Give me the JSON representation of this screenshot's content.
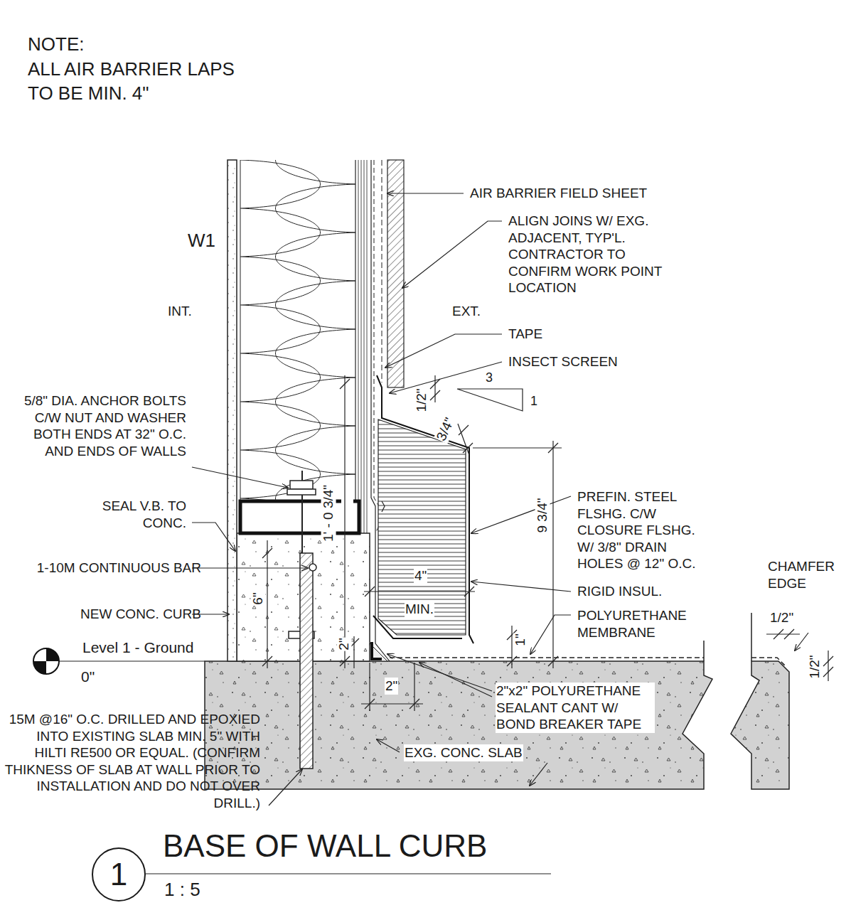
{
  "diagram": {
    "title": "BASE OF WALL CURB",
    "nodes": [
      {
        "text": [
          "1"
        ]
      }
    ],
    "labels": [
      "NOTE:",
      "ALL AIR BARRIER LAPS TO BE MIN. 4\"",
      "W1",
      "INT.",
      "EXT.",
      "AIR BARRIER FIELD SHEET",
      "ALIGN JOINS W/ EXG. ADJACENT, TYP'L. CONTRACTOR TO CONFIRM WORK POINT LOCATION",
      "TAPE",
      "INSECT SCREEN",
      "3",
      "1",
      "1/2\"",
      "3/4\"",
      "5/8\" DIA. ANCHOR BOLTS C/W NUT AND WASHER BOTH ENDS AT 32\" O.C. AND ENDS OF WALLS",
      "1' - 0 3/4\"",
      "SEAL V.B. TO CONC.",
      "1-10M CONTINUOUS BAR",
      "NEW CONC. CURB",
      "6\"",
      "2\"",
      "4\"",
      "MIN.",
      "9 3/4\"",
      "PREFIN. STEEL FLSHG. C/W CLOSURE FLSHG. W/ 3/8\" DRAIN HOLES @ 12\" O.C.",
      "RIGID INSUL.",
      "POLYURETHANE MEMBRANE",
      "1\"",
      "CHAMFER EDGE",
      "1/2\"",
      "1/2\"",
      "Level 1 - Ground",
      "0\"",
      "2\"",
      "2\"x2\" POLYURETHANE SEALANT CANT W/ BOND BREAKER TAPE",
      "15M @16\" O.C. DRILLED AND EPOXIED INTO EXISTING SLAB MIN. 5\" WITH HILTI RE500 OR EQUAL. (CONFIRM THIKNESS OF SLAB AT WALL PRIOR TO INSTALLATION AND DO NOT OVER DRILL.)",
      "EXG. CONC. SLAB",
      "1 : 5"
    ]
  }
}
